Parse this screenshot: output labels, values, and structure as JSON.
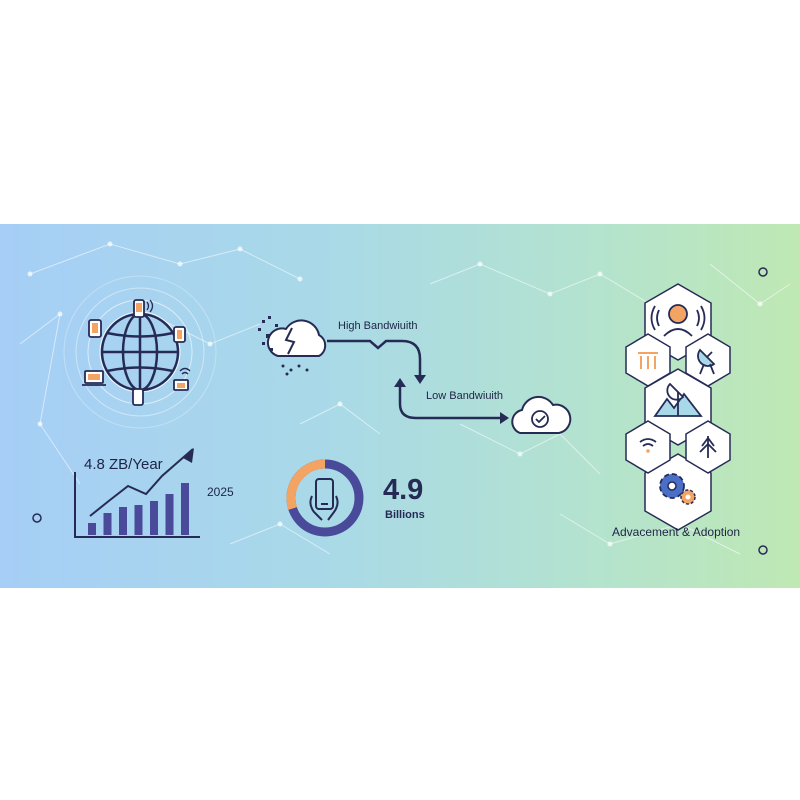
{
  "traffic": {
    "value_label": "4.8 ZB/Year",
    "year_label": "2025"
  },
  "bandwidth": {
    "high_label": "High Bandwiuith",
    "low_label": "Low Bandwiuith"
  },
  "users": {
    "value": "4.9",
    "unit": "Billions",
    "ring_fraction": 0.3
  },
  "adoption": {
    "label": "Advacement & Adoption"
  },
  "chart_data": {
    "type": "bar",
    "categories": [
      "",
      "",
      "",
      "",
      "",
      "",
      ""
    ],
    "values": [
      1.2,
      2.2,
      2.8,
      3.0,
      3.4,
      4.1,
      5.2
    ],
    "xlabel": "",
    "ylabel": "",
    "ylim": [
      0,
      6
    ]
  },
  "icons": [
    "globe-icon",
    "cloud-storm-icon",
    "cloud-check-icon",
    "smartphone-icon",
    "person-wireless-icon",
    "satellite-dish-icon",
    "mountain-antenna-icon",
    "wifi-icon",
    "tower-icon",
    "gear-icon",
    "building-icon"
  ],
  "colors": {
    "navy": "#262b56",
    "orange": "#f4a462",
    "purple": "#4a4a9a"
  }
}
